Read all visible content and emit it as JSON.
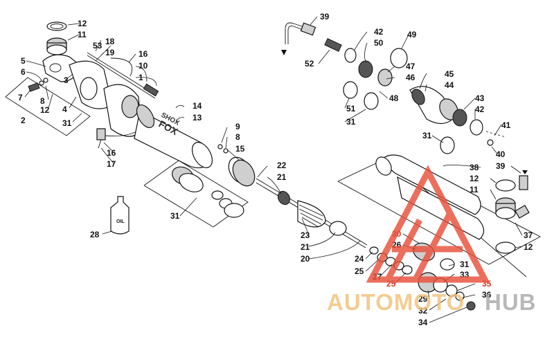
{
  "labels": {
    "l12a": "12",
    "l11a": "11",
    "l53": "53",
    "l18": "18",
    "l19": "19",
    "l5": "5",
    "l6": "6",
    "l16a": "16",
    "l10": "10",
    "l1": "1",
    "l7": "7",
    "l3": "3",
    "l8a": "8",
    "l12b": "12",
    "l4": "4",
    "l2": "2",
    "l31a": "31",
    "l14": "14",
    "l13": "13",
    "l9": "9",
    "l8b": "8",
    "l15": "15",
    "l16b": "16",
    "l17": "17",
    "l22": "22",
    "l21a": "21",
    "l28": "28",
    "l31b": "31",
    "l23": "23",
    "l21b": "21",
    "l20": "20",
    "l39a": "39",
    "l42a": "42",
    "l50": "50",
    "l49": "49",
    "l52": "52",
    "l47": "47",
    "l46": "46",
    "l45": "45",
    "l44": "44",
    "l51": "51",
    "l31c": "31",
    "l48": "48",
    "l43": "43",
    "l42b": "42",
    "l41": "41",
    "l31d": "31",
    "l40": "40",
    "l39b": "39",
    "l38": "38",
    "l12c": "12",
    "l11b": "11",
    "l37": "37",
    "l12d": "12",
    "l30": "30",
    "l26": "26",
    "l24": "24",
    "l25a": "25",
    "l27": "27",
    "l25b": "25",
    "l31e": "31",
    "l33": "33",
    "l35": "35",
    "l36": "36",
    "l29": "29",
    "l32": "32",
    "l34": "34"
  },
  "oil_bottle_label": "OIL",
  "watermark": {
    "word_left": "AUTOMOTO",
    "word_right": "HUB",
    "color_primary": "#f2c27a",
    "color_secondary": "#a9a9a9",
    "logo_color": "#e8503a"
  }
}
